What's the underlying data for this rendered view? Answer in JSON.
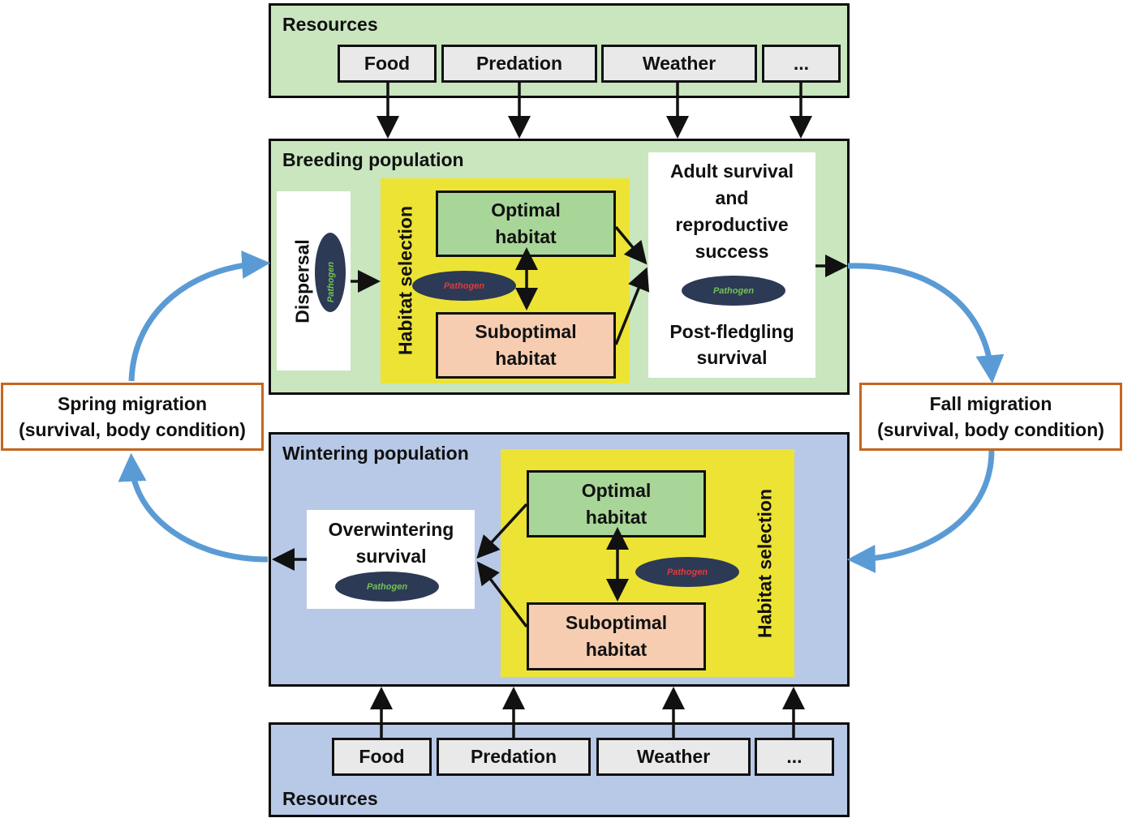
{
  "top_resources": {
    "title": "Resources",
    "items": [
      "Food",
      "Predation",
      "Weather",
      "..."
    ]
  },
  "breeding": {
    "title": "Breeding population",
    "dispersal": "Dispersal",
    "habitat_selection": "Habitat selection",
    "optimal": "Optimal habitat",
    "suboptimal": "Suboptimal habitat",
    "adult_survival": "Adult survival and reproductive success",
    "post_fledgling": "Post-fledgling survival",
    "pathogen_dispersal": "Pathogen",
    "pathogen_habitat": "Pathogen",
    "pathogen_adult": "Pathogen"
  },
  "spring_migration": {
    "line1": "Spring migration",
    "line2": "(survival, body condition)"
  },
  "fall_migration": {
    "line1": "Fall migration",
    "line2": "(survival, body condition)"
  },
  "wintering": {
    "title": "Wintering population",
    "overwintering": "Overwintering survival",
    "optimal": "Optimal habitat",
    "suboptimal": "Suboptimal habitat",
    "habitat_selection": "Habitat selection",
    "pathogen_overwinter": "Pathogen",
    "pathogen_habitat": "Pathogen"
  },
  "bottom_resources": {
    "title": "Resources",
    "items": [
      "Food",
      "Predation",
      "Weather",
      "..."
    ]
  },
  "colors": {
    "breeding_bg": "#c9e6bf",
    "wintering_bg": "#b7c9e6",
    "habitat_yellow": "#ede334",
    "optimal_green": "#a8d698",
    "suboptimal_peach": "#f6cdb1",
    "migration_border": "#c5661e",
    "migration_arrow": "#5b9bd5",
    "pathogen_fill": "#2d3a55"
  }
}
